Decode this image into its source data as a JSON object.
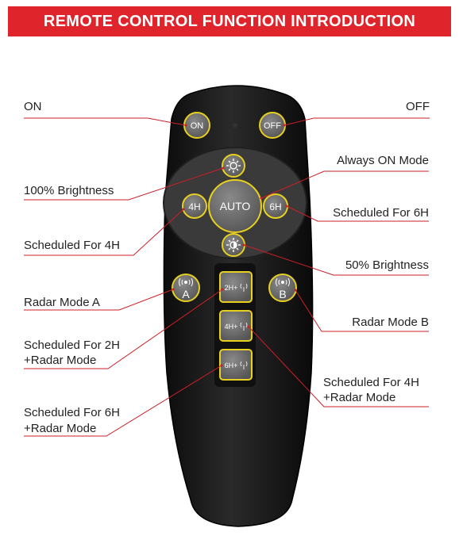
{
  "title": "REMOTE CONTROL FUNCTION INTRODUCTION",
  "colors": {
    "banner": "#e0242b",
    "leader": "#cc1f26",
    "highlight": "#e8d020",
    "body": "#141414",
    "button": "#6a6a6a"
  },
  "buttons": {
    "on": "ON",
    "off": "OFF",
    "auto": "AUTO",
    "h4": "4H",
    "h6": "6H",
    "radar_a": "A",
    "radar_b": "B",
    "combo_2h": "2H+",
    "combo_4h": "4H+",
    "combo_6h": "6H+"
  },
  "icons": {
    "brightness_full": "sun-icon",
    "brightness_half": "half-sun-icon",
    "radar": "radar-wave-icon"
  },
  "labels": {
    "on": "ON",
    "off": "OFF",
    "always_on": "Always ON Mode",
    "brightness_100": "100% Brightness",
    "scheduled_6h": "Scheduled For 6H",
    "scheduled_4h": "Scheduled For 4H",
    "brightness_50": "50% Brightness",
    "radar_a": "Radar Mode A",
    "radar_b": "Radar Mode B",
    "sched_2h_radar_1": "Scheduled For 2H",
    "sched_2h_radar_2": "+Radar Mode",
    "sched_4h_radar_1": "Scheduled For 4H",
    "sched_4h_radar_2": "+Radar Mode",
    "sched_6h_radar_1": "Scheduled For 6H",
    "sched_6h_radar_2": "+Radar Mode"
  }
}
